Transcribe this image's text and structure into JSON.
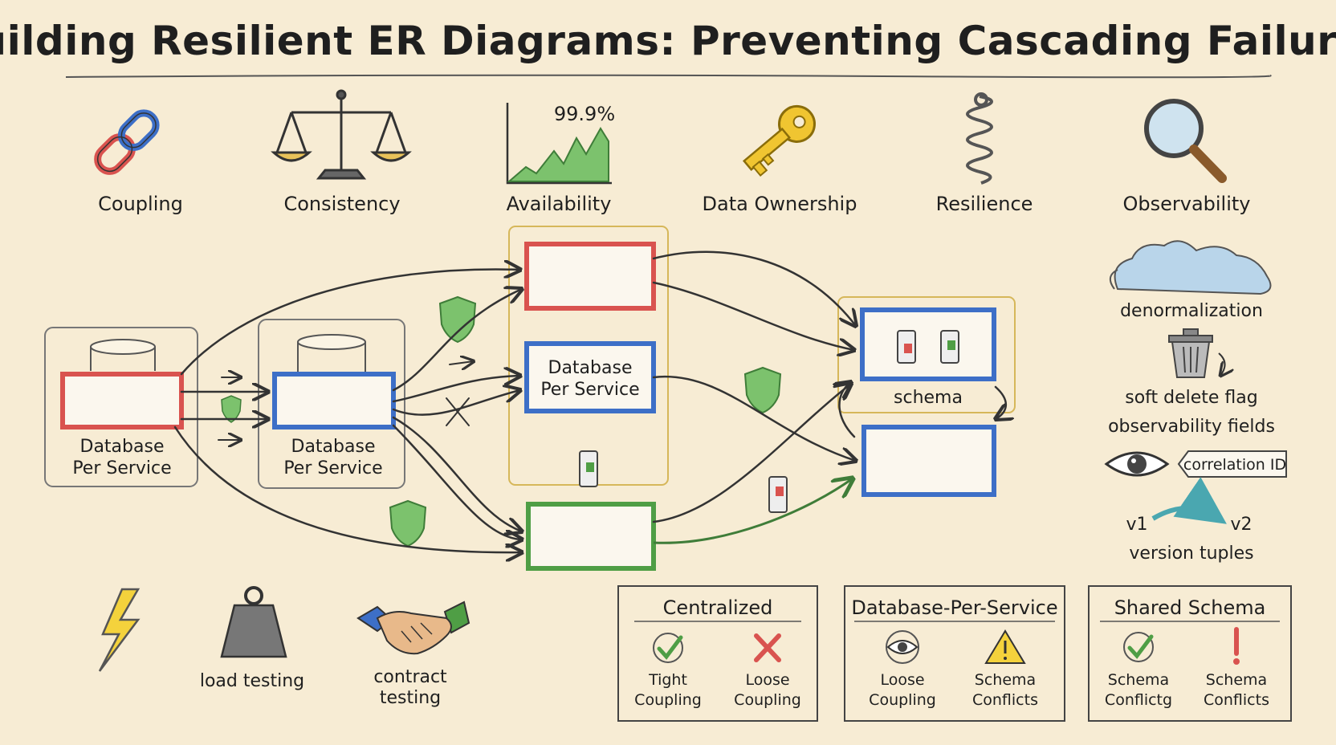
{
  "title": "Building Resilient ER Diagrams: Preventing Cascading Failures",
  "top_concepts": [
    {
      "label": "Coupling",
      "icon": "chain-link-icon"
    },
    {
      "label": "Consistency",
      "icon": "balance-scale-icon"
    },
    {
      "label": "Availability",
      "icon": "uptime-chart-icon",
      "value": "99.9%"
    },
    {
      "label": "Data Ownership",
      "icon": "key-icon"
    },
    {
      "label": "Resilience",
      "icon": "spring-icon"
    },
    {
      "label": "Observability",
      "icon": "magnifier-icon"
    }
  ],
  "diagram": {
    "left_group_label_line1": "Database",
    "left_group_label_line2": "Per Service",
    "mid_group_label_line1": "Database",
    "mid_group_label_line2": "Per Service",
    "center_box_label_line1": "Database",
    "center_box_label_line2": "Per Service",
    "schema_label": "schema",
    "entity_colors": {
      "red": "#d9534f",
      "blue": "#3d6fc7",
      "green": "#4f9e45"
    }
  },
  "side_notes": {
    "denormalization": "denormalization",
    "soft_delete": "soft delete flag",
    "observability_fields": "observability fields",
    "correlation_id": "correlation ID",
    "v1": "v1",
    "v2": "v2",
    "version_tuples": "version tuples"
  },
  "bottom_tools": {
    "load_testing": "load testing",
    "contract_testing_line1": "contract",
    "contract_testing_line2": "testing"
  },
  "comparison": [
    {
      "title": "Centralized",
      "items": [
        {
          "icon": "check-icon",
          "line1": "Tight",
          "line2": "Coupling"
        },
        {
          "icon": "cross-icon",
          "line1": "Loose",
          "line2": "Coupling"
        }
      ]
    },
    {
      "title": "Database-Per-Service",
      "items": [
        {
          "icon": "eye-icon",
          "line1": "Loose",
          "line2": "Coupling"
        },
        {
          "icon": "warning-icon",
          "line1": "Schema",
          "line2": "Conflicts"
        }
      ]
    },
    {
      "title": "Shared Schema",
      "items": [
        {
          "icon": "check-icon",
          "line1": "Schema",
          "line2": "Conflictg"
        },
        {
          "icon": "exclamation-icon",
          "line1": "Schema",
          "line2": "Conflicts"
        }
      ]
    }
  ]
}
